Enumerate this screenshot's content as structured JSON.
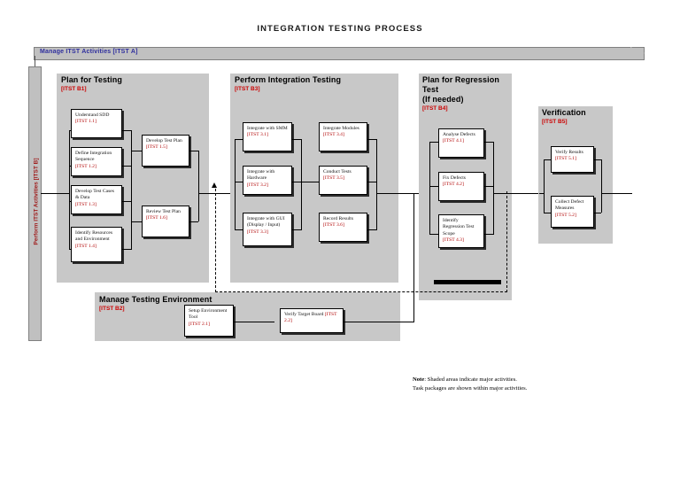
{
  "page": {
    "title": "INTEGRATION TESTING PROCESS"
  },
  "banner": {
    "label": "Manage ITST Activities [ITST A]"
  },
  "vertical_bar": {
    "label": "Perform ITST Activities [ITST B]"
  },
  "panels": [
    {
      "title": "Plan for Testing",
      "code": "[ITST B1]"
    },
    {
      "title": "Perform Integration Testing",
      "code": "[ITST B3]"
    },
    {
      "title": "Plan for Regression Test\n(If needed)",
      "code": "[ITST B4]"
    },
    {
      "title": "Verification",
      "code": "[ITST B5]"
    },
    {
      "title": "Manage Testing Environment",
      "code": "[ITST B2]"
    }
  ],
  "panel_titles": {
    "plan_for_testing": "Plan for Testing",
    "plan_for_testing_code": "[ITST B1]",
    "perform_integration_testing": "Perform Integration Testing",
    "perform_integration_testing_code": "[ITST B3]",
    "plan_for_regression_line1": "Plan for Regression",
    "plan_for_regression_line2": "Test",
    "plan_for_regression_line3": "(If needed)",
    "plan_for_regression_code": "[ITST B4]",
    "verification": "Verification",
    "verification_code": "[ITST B5]",
    "manage_testing_environment": "Manage Testing Environment",
    "manage_testing_environment_code": "[ITST B2]"
  },
  "tasks": {
    "understand_sdd": {
      "name": "Understand SDD",
      "code": "[ITST 1.1]"
    },
    "define_integration_seq": {
      "name": "Define Integration Sequence",
      "code": "[ITST 1.2]"
    },
    "develop_test_cases": {
      "name": "Develop Test Cases & Data",
      "code": "[ITST 1.3]"
    },
    "identify_resources": {
      "name": "Identify Resources and Environment",
      "code": "[ITST 1.4]"
    },
    "develop_test_plan": {
      "name": "Develop Test Plan",
      "code": "[ITST 1.5]"
    },
    "review_test_plan": {
      "name": "Review Test Plan",
      "code": "[ITST 1.6]"
    },
    "setup_environment_tool": {
      "name": "Setup Environment Tool",
      "code": "[ITST 2.1]"
    },
    "verify_target_board": {
      "name": "Verify Target Board",
      "code": "[ITST 2.2]"
    },
    "integrate_with_smm": {
      "name": "Integrate with SMM",
      "code": "[ITST 3.1]"
    },
    "integrate_with_hardware": {
      "name": "Integrate with Hardware",
      "code": "[ITST 3.2]"
    },
    "integrate_with_gui": {
      "name": "Integrate with GUI (Display / Input)",
      "code": "[ITST 3.3]"
    },
    "integrate_modules": {
      "name": "Integrate Modules",
      "code": "[ITST 3.4]"
    },
    "conduct_tests": {
      "name": "Conduct Tests",
      "code": "[ITST 3.5]"
    },
    "record_results": {
      "name": "Record Results",
      "code": "[ITST 3.6]"
    },
    "analyse_defects": {
      "name": "Analyse Defects",
      "code": "[ITST 4.1]"
    },
    "fix_defects": {
      "name": "Fix Defects",
      "code": "[ITST 4.2]"
    },
    "identify_regression_scope": {
      "name": "Identify Regression Test Scope",
      "code": "[ITST 4.3]"
    },
    "verify_results": {
      "name": "Verify Results",
      "code": "[ITST 5.1]"
    },
    "collect_defect_measures": {
      "name": "Collect Defect Measures",
      "code": "[ITST 5.2]"
    }
  },
  "note": {
    "label": "Note",
    "line1": ": Shaded areas indicate major activities.",
    "line2": "Task packages are shown within major activities."
  },
  "colors": {
    "panel_shade": "#c8c8c8",
    "banner_fill": "#c0c0c0",
    "code_red": "#cc0000",
    "banner_text_blue": "#2f2f9e",
    "vbar_text_red": "#a02020"
  }
}
